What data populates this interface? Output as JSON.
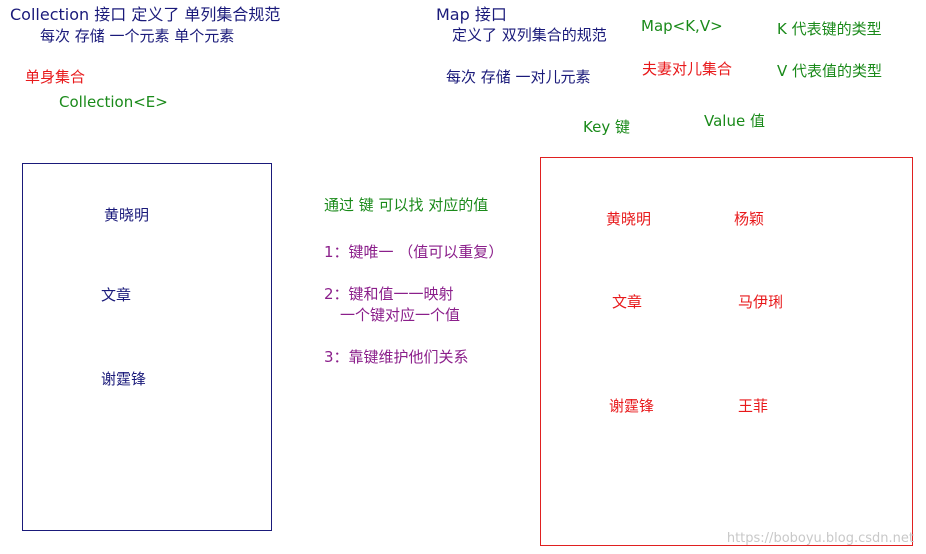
{
  "collection": {
    "title": "Collection 接口  定义了 单列集合规范",
    "subtitle": "每次 存储  一个元素   单个元素",
    "single_label": "单身集合",
    "generic": "Collection<E>",
    "items": [
      "黄晓明",
      "文章",
      "谢霆锋"
    ]
  },
  "map": {
    "title": "Map 接口",
    "subtitle": "定义了 双列集合的规范",
    "per_store": "每次 存储  一对儿元素",
    "generic": "Map<K,V>",
    "couple_label": "夫妻对儿集合",
    "k_desc": "K 代表键的类型",
    "v_desc": "V 代表值的类型",
    "key_label": "Key   键",
    "value_label": "Value    值",
    "keys": [
      "黄晓明",
      "文章",
      "谢霆锋"
    ],
    "values": [
      "杨颖",
      "马伊琍",
      "王菲"
    ]
  },
  "notes": {
    "intro": "通过  键  可以找  对应的值",
    "line1": "1：键唯一    （值可以重复）",
    "line2a": "2：键和值一一映射",
    "line2b": "一个键对应一个值",
    "line3": "3：靠键维护他们关系"
  },
  "watermark": "https://boboyu.blog.csdn.net",
  "colors": {
    "navy": "#1a1a7a",
    "red": "#e8191b",
    "green": "#1a8a1a",
    "purple": "#8b1f8b"
  }
}
